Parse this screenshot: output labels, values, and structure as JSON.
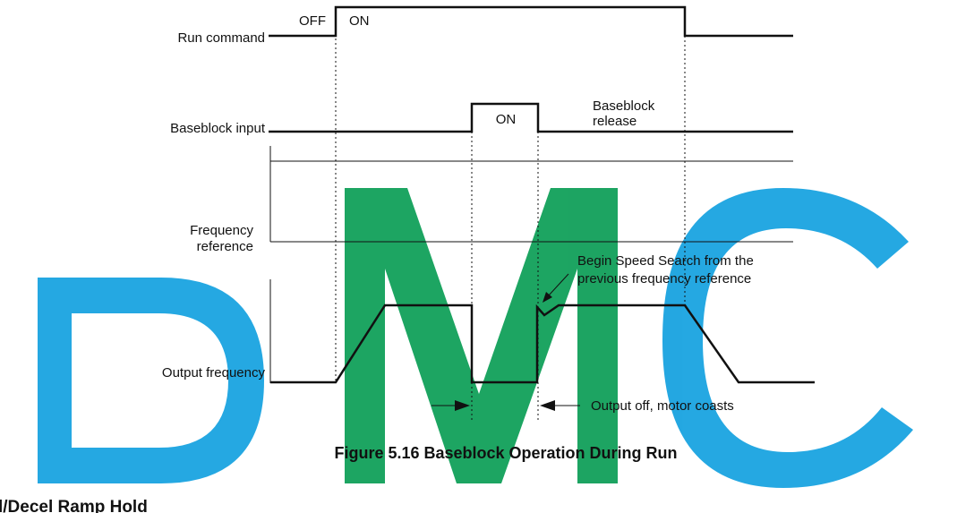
{
  "watermark": {
    "text": "DMC",
    "color": "#19a3e0",
    "accent": "#11a05a"
  },
  "signals": {
    "run_command": {
      "label": "Run command",
      "off": "OFF",
      "on": "ON"
    },
    "baseblock_input": {
      "label": "Baseblock input",
      "on": "ON",
      "release_line1": "Baseblock",
      "release_line2": "release"
    },
    "frequency_reference": {
      "label_line1": "Frequency",
      "label_line2": "reference"
    },
    "output_frequency": {
      "label": "Output frequency"
    }
  },
  "annotations": {
    "speed_search_line1": "Begin Speed Search from the",
    "speed_search_line2": "previous frequency reference",
    "output_off": "Output off, motor coasts"
  },
  "caption": "Figure 5.16  Baseblock Operation During Run",
  "section_heading": "l/Decel Ramp Hold"
}
